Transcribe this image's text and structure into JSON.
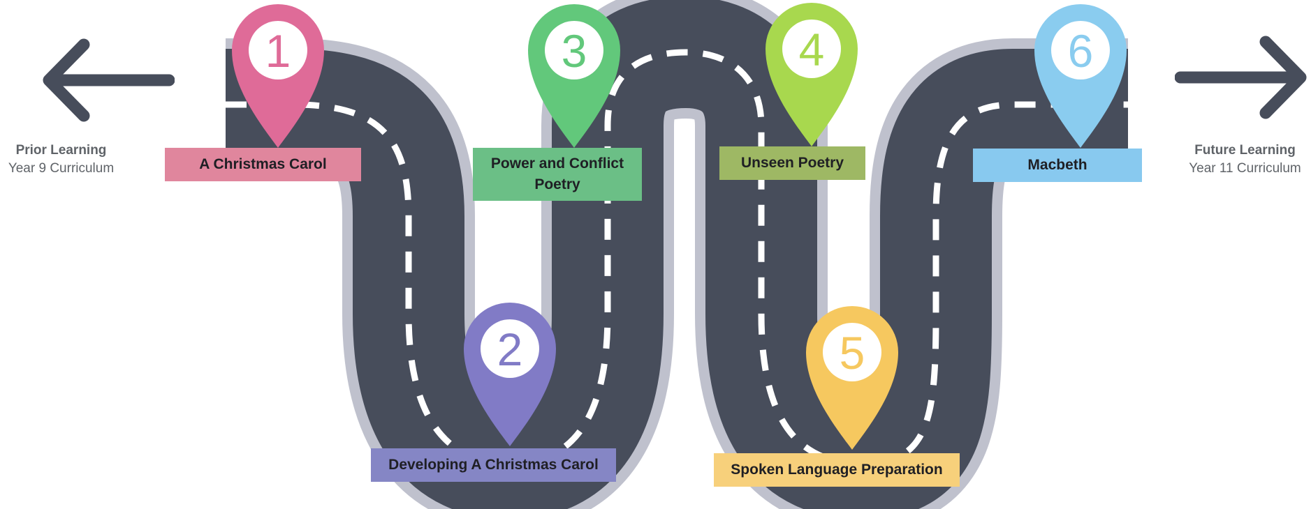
{
  "left": {
    "title": "Prior Learning",
    "subtitle": "Year 9 Curriculum",
    "icon": "arrow-left-icon"
  },
  "right": {
    "title": "Future Learning",
    "subtitle": "Year 11 Curriculum",
    "icon": "arrow-right-icon"
  },
  "colors": {
    "road": "#474d5b",
    "road_edge": "#bfc1cd",
    "dash": "#ffffff",
    "arrow": "#474d5b"
  },
  "milestones": [
    {
      "number": "1",
      "label": "A Christmas Carol",
      "pin_color": "#df6b98",
      "label_color": "#e0869d"
    },
    {
      "number": "2",
      "label": "Developing A Christmas Carol",
      "pin_color": "#817bc6",
      "label_color": "#8586c5"
    },
    {
      "number": "3",
      "label": "Power and Conflict Poetry",
      "pin_color": "#62c87b",
      "label_color": "#6bbf86"
    },
    {
      "number": "4",
      "label": "Unseen Poetry",
      "pin_color": "#a8d84e",
      "label_color": "#9eb864"
    },
    {
      "number": "5",
      "label": "Spoken Language Preparation",
      "pin_color": "#f6c85f",
      "label_color": "#f7d07b"
    },
    {
      "number": "6",
      "label": "Macbeth",
      "pin_color": "#8accef",
      "label_color": "#88c9ef"
    }
  ]
}
